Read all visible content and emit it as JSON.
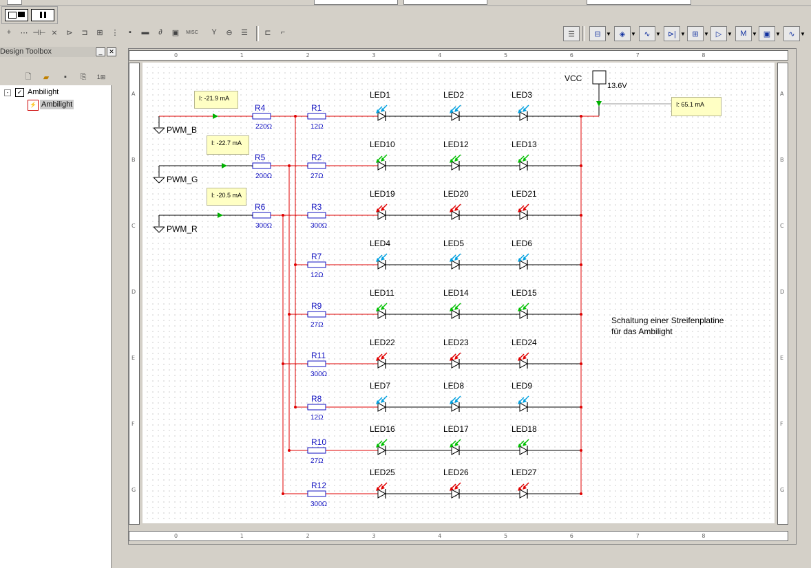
{
  "toolbox": {
    "title": "Design Toolbox",
    "tree": [
      {
        "label": "Ambilight"
      },
      {
        "label": "Ambilight"
      }
    ]
  },
  "toolbar": {
    "misc_label": "MISC"
  },
  "ruler": {
    "columns": [
      "0",
      "1",
      "2",
      "3",
      "4",
      "5",
      "6",
      "7",
      "8"
    ],
    "rows": [
      "A",
      "B",
      "C",
      "D",
      "E",
      "F",
      "G"
    ]
  },
  "schematic": {
    "vcc": {
      "label": "VCC",
      "value": "13.6V"
    },
    "ammeters": [
      {
        "text": "I: -21.9 mA"
      },
      {
        "text": "I: -22.7 mA"
      },
      {
        "text": "I: -20.5 mA"
      },
      {
        "text": "I: 65.1 mA"
      }
    ],
    "inputs": [
      {
        "label": "PWM_B"
      },
      {
        "label": "PWM_G"
      },
      {
        "label": "PWM_R"
      }
    ],
    "series_resistors": [
      {
        "name": "R4",
        "value": "220Ω"
      },
      {
        "name": "R5",
        "value": "200Ω"
      },
      {
        "name": "R6",
        "value": "300Ω"
      }
    ],
    "rows": [
      {
        "resistor": "R1",
        "value": "12Ω",
        "color": "#00a0e0",
        "leds": [
          "LED1",
          "LED2",
          "LED3"
        ]
      },
      {
        "resistor": "R2",
        "value": "27Ω",
        "color": "#00c000",
        "leds": [
          "LED10",
          "LED12",
          "LED13"
        ]
      },
      {
        "resistor": "R3",
        "value": "300Ω",
        "color": "#e00000",
        "leds": [
          "LED19",
          "LED20",
          "LED21"
        ]
      },
      {
        "resistor": "R7",
        "value": "12Ω",
        "color": "#00a0e0",
        "leds": [
          "LED4",
          "LED5",
          "LED6"
        ]
      },
      {
        "resistor": "R9",
        "value": "27Ω",
        "color": "#00c000",
        "leds": [
          "LED11",
          "LED14",
          "LED15"
        ]
      },
      {
        "resistor": "R11",
        "value": "300Ω",
        "color": "#e00000",
        "leds": [
          "LED22",
          "LED23",
          "LED24"
        ]
      },
      {
        "resistor": "R8",
        "value": "12Ω",
        "color": "#00a0e0",
        "leds": [
          "LED7",
          "LED8",
          "LED9"
        ]
      },
      {
        "resistor": "R10",
        "value": "27Ω",
        "color": "#00c000",
        "leds": [
          "LED16",
          "LED17",
          "LED18"
        ]
      },
      {
        "resistor": "R12",
        "value": "300Ω",
        "color": "#e00000",
        "leds": [
          "LED25",
          "LED26",
          "LED27"
        ]
      }
    ],
    "note": [
      "Schaltung einer Streifenplatine",
      "für das Ambilight"
    ],
    "colors": {
      "wire_red": "#e00000",
      "wire_black": "#000000",
      "resistor_label": "#1010c0",
      "callout_bg": "#ffffc4",
      "probe": "#00b000"
    }
  }
}
